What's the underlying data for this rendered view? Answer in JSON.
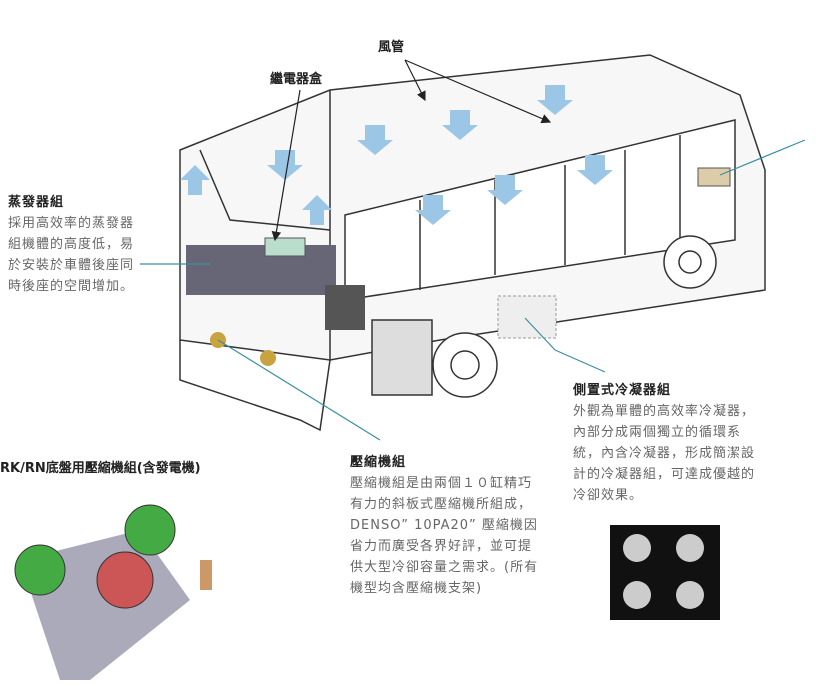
{
  "labels": {
    "duct": "風管",
    "relay_box": "繼電器盒"
  },
  "evaporator": {
    "title": "蒸發器組",
    "body": "採用高效率的蒸發器組機體的高度低，易於安裝於車體後座同時後座的空間增加。"
  },
  "compressor_bracket": {
    "title": "RK/RN底盤用壓縮機組(含發電機)"
  },
  "compressor": {
    "title": "壓縮機組",
    "body": "壓縮機組是由兩個１０缸精巧有力的斜板式壓縮機所組成，DENSO” 10PA20” 壓縮機因省力而廣受各界好評，並可提供大型冷卻容量之需求。(所有機型均含壓縮機支架)"
  },
  "condenser": {
    "title": "側置式冷凝器組",
    "body": "外觀為單體的高效率冷凝器，內部分成兩個獨立的循環系統，內含冷凝器，形成簡潔設計的冷凝器組，可達成優越的冷卻效果。"
  },
  "colors": {
    "leader": "#3a8fa0",
    "arrow": "#9cc6e6"
  }
}
